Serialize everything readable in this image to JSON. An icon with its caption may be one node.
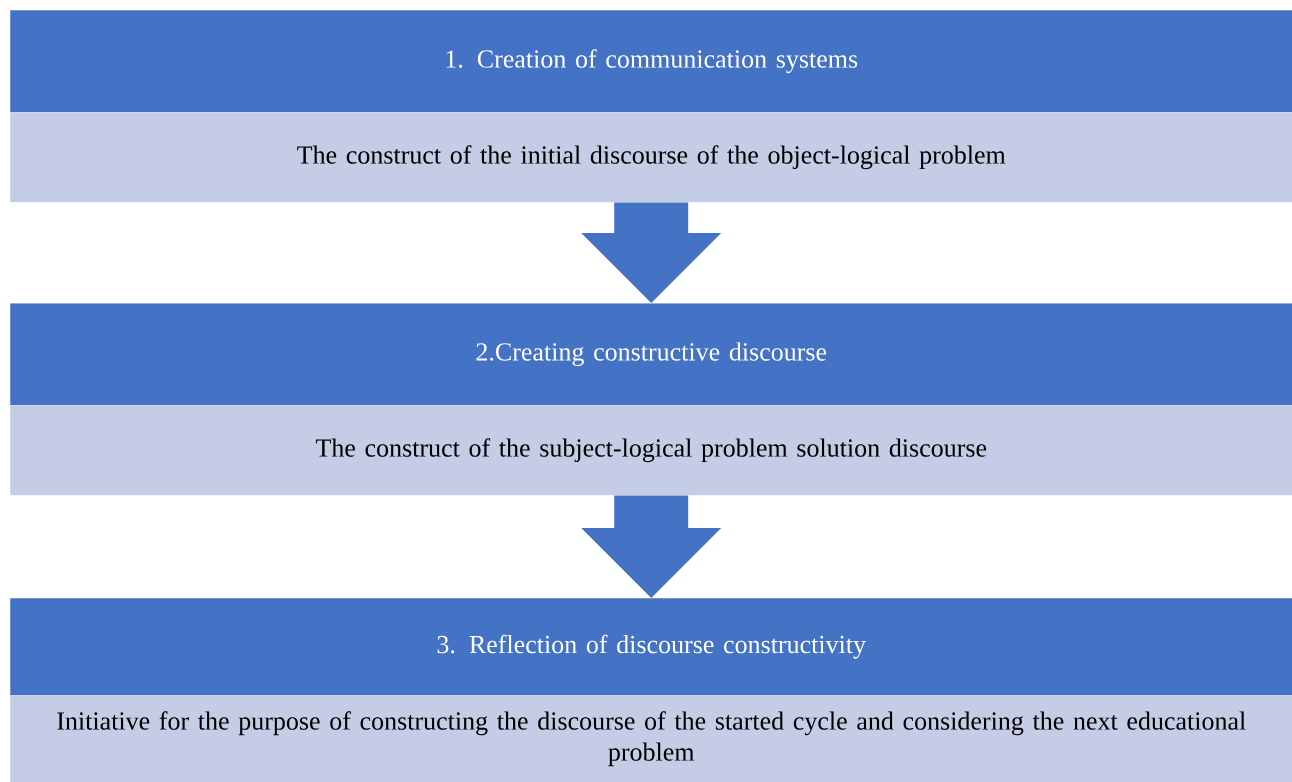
{
  "diagram": {
    "nodes": [
      {
        "text": [
          "1. Creation of communication systems"
        ]
      },
      {
        "text": [
          "The construct of the initial discourse of the object-logical problem"
        ]
      },
      {
        "text": [
          "2.Creating constructive discourse"
        ]
      },
      {
        "text": [
          "The construct of the subject-logical problem solution discourse"
        ]
      },
      {
        "text": [
          "3. Reflection of discourse constructivity"
        ]
      },
      {
        "text": [
          "Initiative for the purpose of constructing the discourse of the started cycle and considering the next educational problem"
        ]
      }
    ],
    "edges": [
      {
        "from": 1,
        "to": 2,
        "arrow": "to"
      },
      {
        "from": 3,
        "to": 4,
        "arrow": "to"
      }
    ]
  }
}
